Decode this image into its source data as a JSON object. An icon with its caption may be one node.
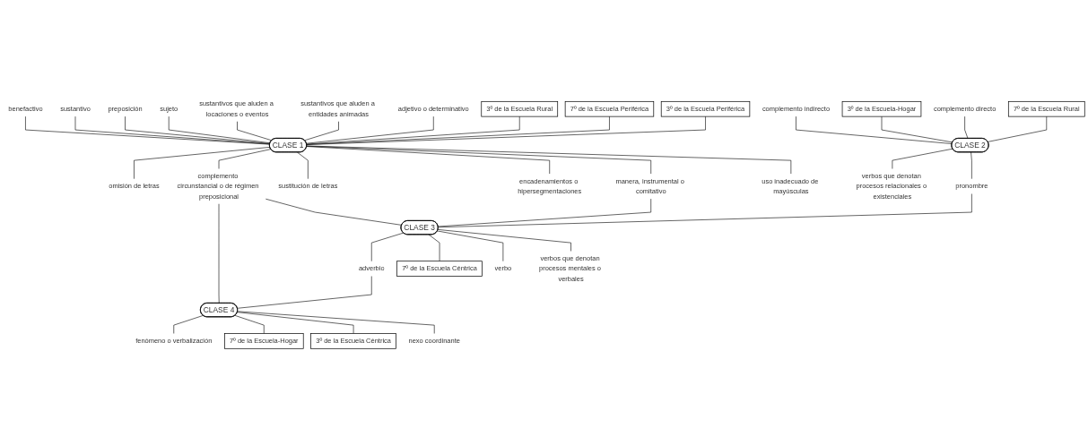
{
  "diagram": {
    "nodes": [
      {
        "text": [
          "CLASE 1"
        ]
      },
      {
        "text": [
          "3º de la Escuela Periférica"
        ]
      },
      {
        "text": [
          "7º de la Escuela Periférica"
        ]
      },
      {
        "text": [
          "3º de la Escuela Rural"
        ]
      },
      {
        "text": [
          "adjetivo o determinativo"
        ]
      },
      {
        "text": [
          "sustantivos que aluden a entidades animadas"
        ]
      },
      {
        "text": [
          "sustantivos que aluden a locaciones o eventos"
        ]
      },
      {
        "text": [
          "sujeto"
        ]
      },
      {
        "text": [
          "preposición"
        ]
      },
      {
        "text": [
          "sustantivo"
        ]
      },
      {
        "text": [
          "benefactivo"
        ]
      },
      {
        "text": [
          "uso inadecuado de mayúsculas"
        ]
      },
      {
        "text": [
          "manera, instrumental o comitativo"
        ]
      },
      {
        "text": [
          "encadenamientos o hipersegmentaciones"
        ]
      },
      {
        "text": [
          "sustitución de letras"
        ]
      },
      {
        "text": [
          "complemento circunstancial o de régimen preposicional"
        ]
      },
      {
        "text": [
          "omisión de letras"
        ]
      },
      {
        "text": [
          "CLASE 2"
        ]
      },
      {
        "text": [
          "7º de la Escuela Rural"
        ]
      },
      {
        "text": [
          "complemento directo"
        ]
      },
      {
        "text": [
          "3º de la Escuela-Hogar"
        ]
      },
      {
        "text": [
          "complemento indirecto"
        ]
      },
      {
        "text": [
          "pronombre"
        ]
      },
      {
        "text": [
          "verbos que denotan procesos relacionales o existenciales"
        ]
      },
      {
        "text": [
          "CLASE 3"
        ]
      },
      {
        "text": [
          "verbos que denotan procesos mentales o verbales"
        ]
      },
      {
        "text": [
          "verbo"
        ]
      },
      {
        "text": [
          "7º de la Escuela Céntrica"
        ]
      },
      {
        "text": [
          "adverbio"
        ]
      },
      {
        "text": [
          "CLASE 4"
        ]
      },
      {
        "text": [
          "nexo coordinante"
        ]
      },
      {
        "text": [
          "3º de la Escuela Céntrica"
        ]
      },
      {
        "text": [
          "7º de la Escuela-Hogar"
        ]
      },
      {
        "text": [
          "fenómeno o verbalización"
        ]
      }
    ],
    "edges": [
      {
        "from": 1,
        "to": 0,
        "arrow": "none"
      },
      {
        "from": 2,
        "to": 0,
        "arrow": "none"
      },
      {
        "from": 3,
        "to": 0,
        "arrow": "none"
      },
      {
        "from": 4,
        "to": 0,
        "arrow": "none"
      },
      {
        "from": 5,
        "to": 0,
        "arrow": "none"
      },
      {
        "from": 6,
        "to": 0,
        "arrow": "none"
      },
      {
        "from": 7,
        "to": 0,
        "arrow": "none"
      },
      {
        "from": 8,
        "to": 0,
        "arrow": "none"
      },
      {
        "from": 9,
        "to": 0,
        "arrow": "none"
      },
      {
        "from": 10,
        "to": 0,
        "arrow": "none"
      },
      {
        "from": 0,
        "to": 11,
        "arrow": "none"
      },
      {
        "from": 0,
        "to": 12,
        "arrow": "none"
      },
      {
        "from": 0,
        "to": 13,
        "arrow": "none"
      },
      {
        "from": 0,
        "to": 14,
        "arrow": "none"
      },
      {
        "from": 0,
        "to": 15,
        "arrow": "none"
      },
      {
        "from": 0,
        "to": 16,
        "arrow": "none"
      },
      {
        "from": 18,
        "to": 17,
        "arrow": "none"
      },
      {
        "from": 19,
        "to": 17,
        "arrow": "none"
      },
      {
        "from": 20,
        "to": 17,
        "arrow": "none"
      },
      {
        "from": 21,
        "to": 17,
        "arrow": "none"
      },
      {
        "from": 17,
        "to": 22,
        "arrow": "none"
      },
      {
        "from": 17,
        "to": 23,
        "arrow": "none"
      },
      {
        "from": 22,
        "to": 24,
        "arrow": "none"
      },
      {
        "from": 12,
        "to": 24,
        "arrow": "none"
      },
      {
        "from": 15,
        "to": 24,
        "arrow": "none"
      },
      {
        "from": 24,
        "to": 25,
        "arrow": "none"
      },
      {
        "from": 24,
        "to": 26,
        "arrow": "none"
      },
      {
        "from": 24,
        "to": 27,
        "arrow": "none"
      },
      {
        "from": 24,
        "to": 28,
        "arrow": "none"
      },
      {
        "from": 15,
        "to": 29,
        "arrow": "none"
      },
      {
        "from": 28,
        "to": 29,
        "arrow": "none"
      },
      {
        "from": 29,
        "to": 30,
        "arrow": "none"
      },
      {
        "from": 29,
        "to": 31,
        "arrow": "none"
      },
      {
        "from": 29,
        "to": 32,
        "arrow": "none"
      },
      {
        "from": 29,
        "to": 33,
        "arrow": "none"
      }
    ]
  }
}
